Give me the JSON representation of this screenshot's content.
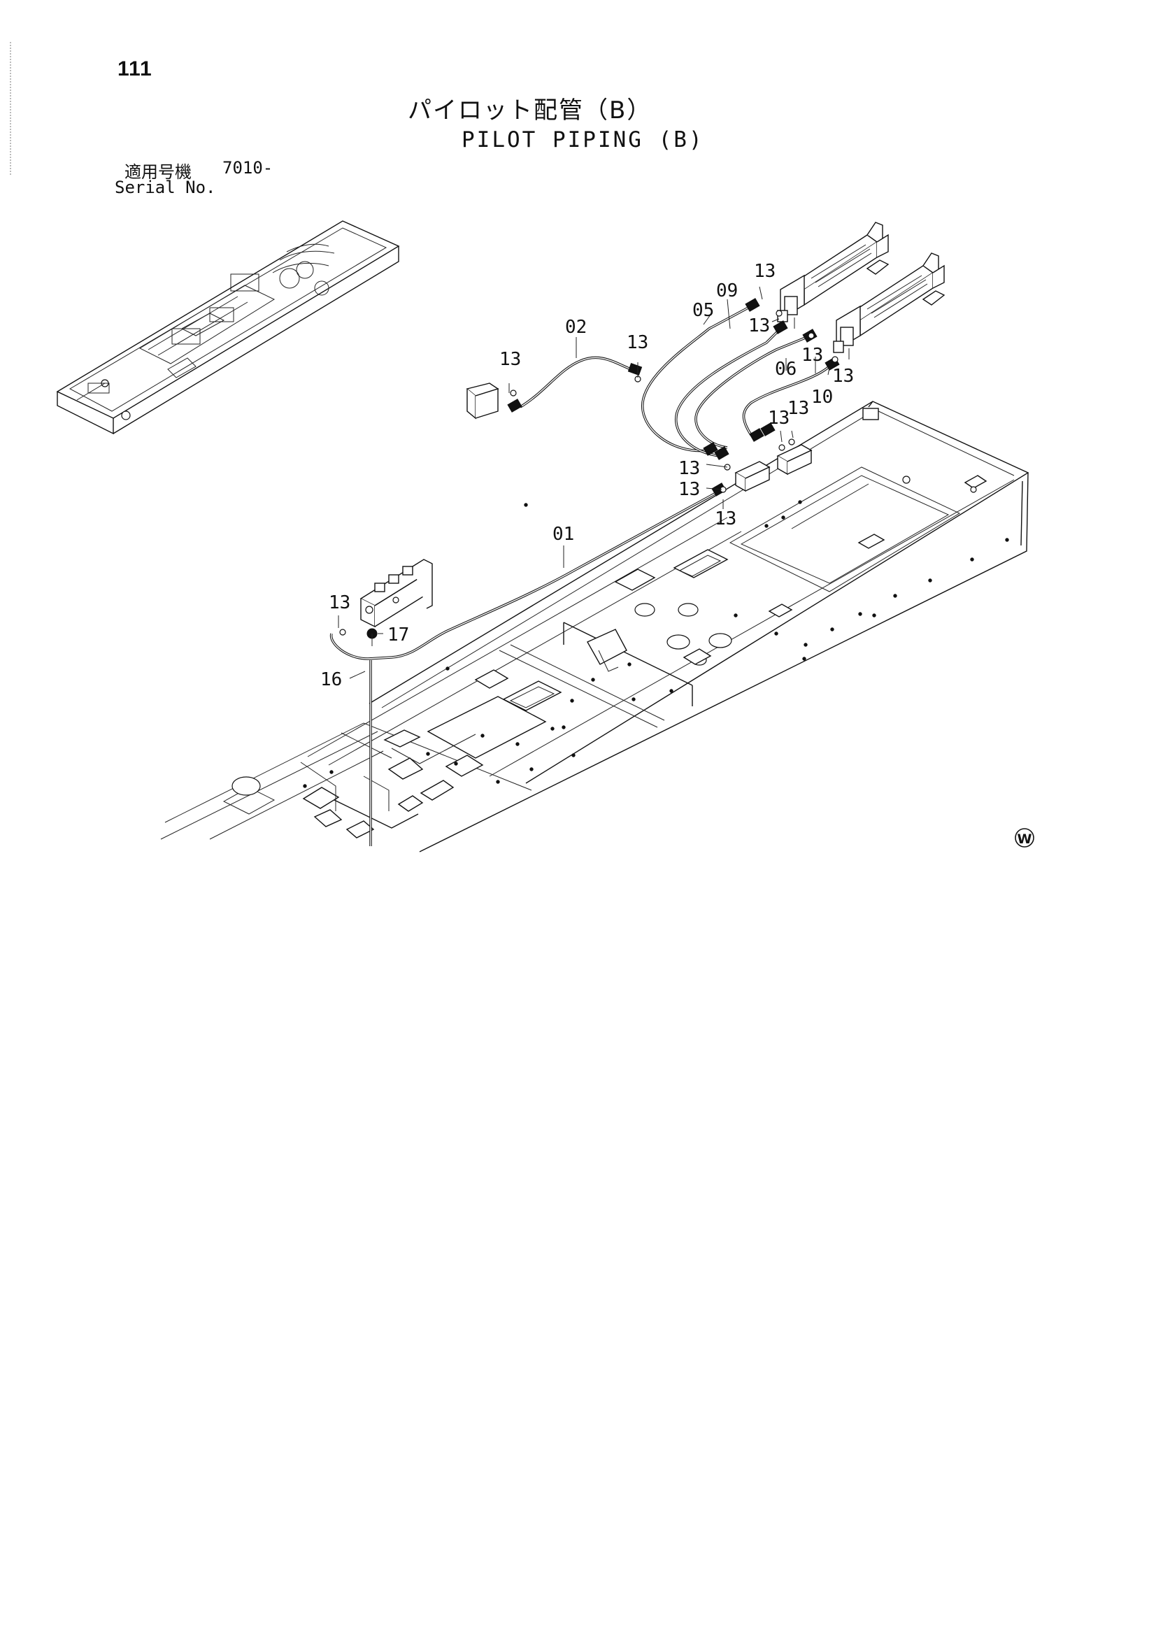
{
  "header": {
    "page_number": "111",
    "title_jp": "パイロット配管（B）",
    "title_en": "PILOT PIPING (B)",
    "serial_label_jp": "適用号機",
    "serial_value": "7010-",
    "serial_label_en": "Serial No."
  },
  "callouts": {
    "c01": "01",
    "c02": "02",
    "c05": "05",
    "c06": "06",
    "c09": "09",
    "c10": "10",
    "c16": "16",
    "c17": "17",
    "c13": "13"
  },
  "footer": {
    "mark": "W"
  }
}
